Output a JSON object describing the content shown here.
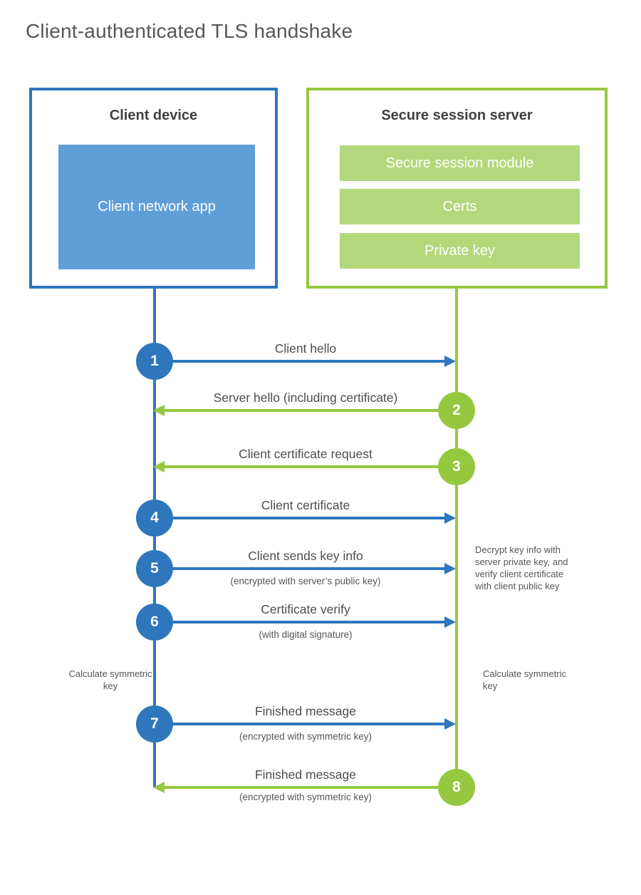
{
  "title": "Client-authenticated TLS handshake",
  "client_box": {
    "title": "Client device",
    "app": "Client network app"
  },
  "server_box": {
    "title": "Secure session server",
    "modules": [
      "Secure session module",
      "Certs",
      "Private key"
    ]
  },
  "steps": [
    {
      "num": "1",
      "actor": "client",
      "label": "Client hello",
      "sub": ""
    },
    {
      "num": "2",
      "actor": "server",
      "label": "Server hello (including certificate)",
      "sub": ""
    },
    {
      "num": "3",
      "actor": "server",
      "label": "Client certificate request",
      "sub": ""
    },
    {
      "num": "4",
      "actor": "client",
      "label": "Client certificate",
      "sub": ""
    },
    {
      "num": "5",
      "actor": "client",
      "label": "Client sends key info",
      "sub": "(encrypted with server’s public key)"
    },
    {
      "num": "6",
      "actor": "client",
      "label": "Certificate verify",
      "sub": "(with digital signature)"
    },
    {
      "num": "7",
      "actor": "client",
      "label": "Finished message",
      "sub": "(encrypted with symmetric key)"
    },
    {
      "num": "8",
      "actor": "server",
      "label": "Finished message",
      "sub": "(encrypted with symmetric key)"
    }
  ],
  "notes": {
    "decrypt_lines": {
      "0": "Decrypt key info with",
      "1": "server private key, and",
      "2": "verify client certificate",
      "3": "with client public key"
    },
    "calc_client": "Calculate symmetric key",
    "calc_server": "Calculate symmetric key"
  },
  "colors": {
    "blue": "#2e77bd",
    "blue_light": "#5f9ed7",
    "green": "#95c83e",
    "green_light": "#b3d87c",
    "title_gray": "#55575a",
    "heading_dark": "#3f4043"
  }
}
